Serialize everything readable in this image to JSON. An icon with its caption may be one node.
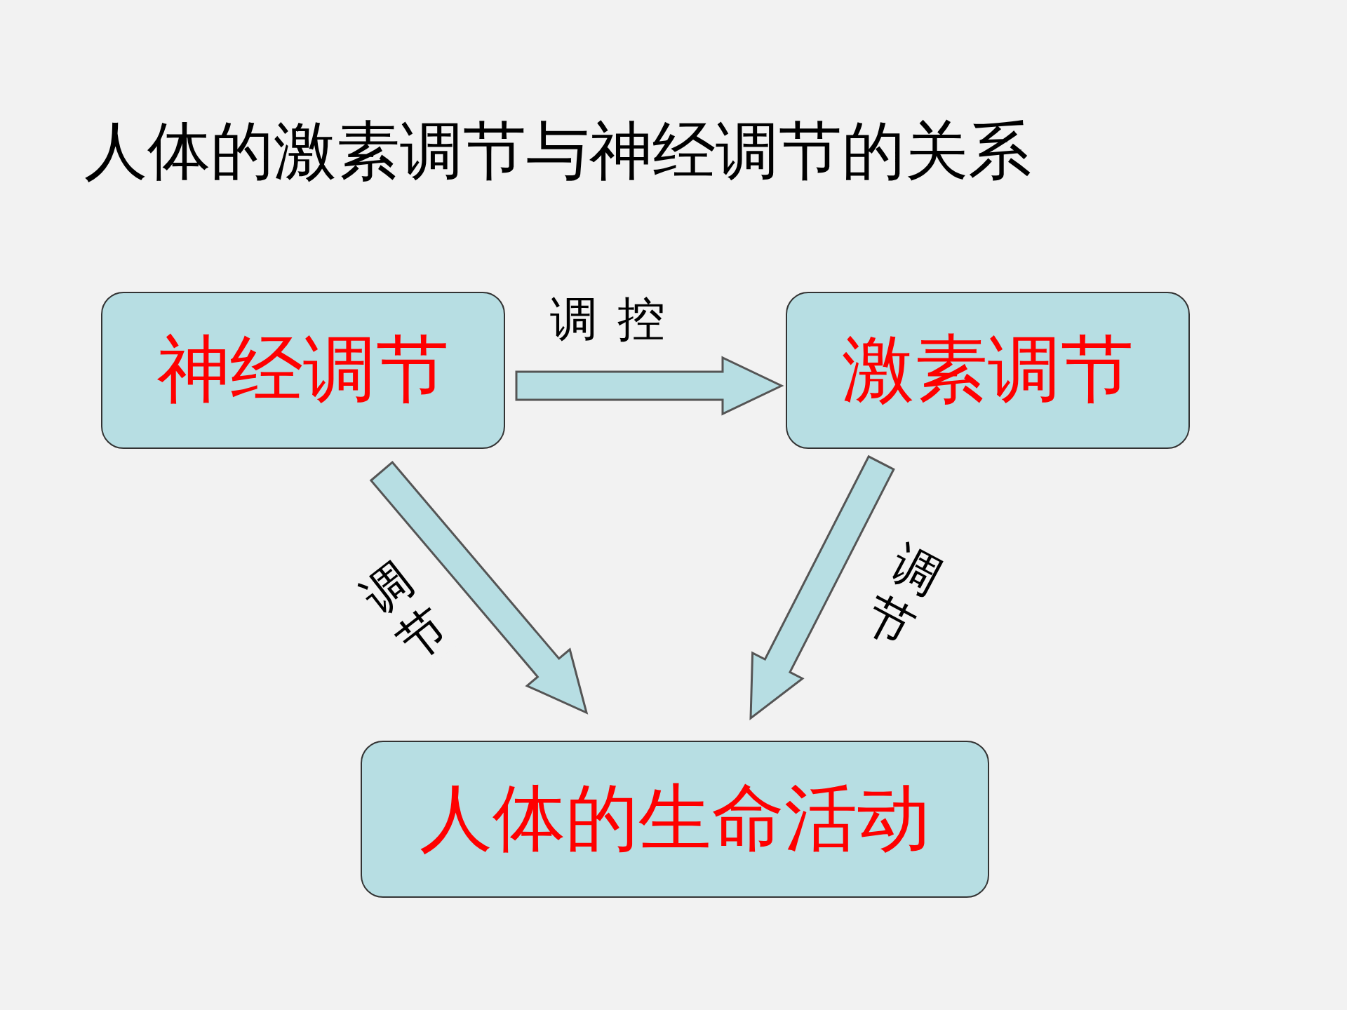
{
  "diagram": {
    "title": "人体的激素调节与神经调节的关系",
    "nodes": [
      {
        "text": [
          "神经调节"
        ]
      },
      {
        "text": [
          "激素调节"
        ]
      },
      {
        "text": [
          "人体的生命活动"
        ]
      }
    ],
    "edges": [
      {
        "from": 0,
        "to": 1,
        "arrow": "to",
        "label": "调控"
      },
      {
        "from": 0,
        "to": 2,
        "arrow": "to",
        "label": "调节"
      },
      {
        "from": 1,
        "to": 2,
        "arrow": "to",
        "label": "调节"
      }
    ]
  }
}
